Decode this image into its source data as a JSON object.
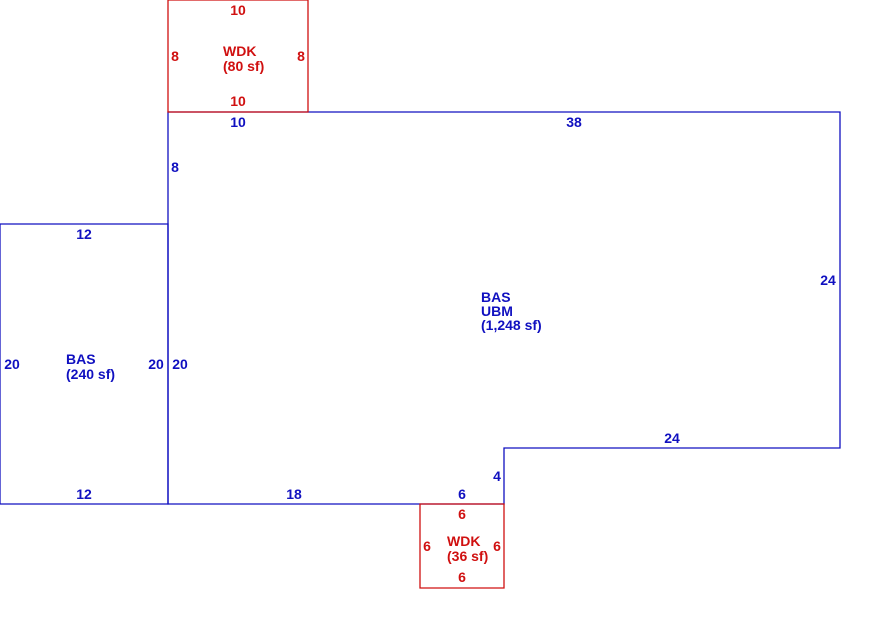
{
  "colors": {
    "living_area": "#1010c0",
    "deck": "#d01010"
  },
  "areas": {
    "main": {
      "codes": [
        "BAS",
        "UBM"
      ],
      "area": "(1,248 sf)",
      "dims": {
        "top_left": "10",
        "top": "38",
        "right": "24",
        "left_upper": "8",
        "left_lower": "20",
        "bottom_left": "18",
        "bottom_notch": "6",
        "notch_vertical": "4",
        "bottom_right": "24"
      }
    },
    "west_bas": {
      "code": "BAS",
      "area": "(240 sf)",
      "dims": {
        "top": "12",
        "bottom": "12",
        "left": "20",
        "right": "20"
      }
    },
    "north_wdk": {
      "code": "WDK",
      "area": "(80 sf)",
      "dims": {
        "top": "10",
        "bottom": "10",
        "left": "8",
        "right": "8"
      }
    },
    "south_wdk": {
      "code": "WDK",
      "area": "(36 sf)",
      "dims": {
        "top": "6",
        "bottom": "6",
        "left": "6",
        "right": "6"
      }
    }
  }
}
